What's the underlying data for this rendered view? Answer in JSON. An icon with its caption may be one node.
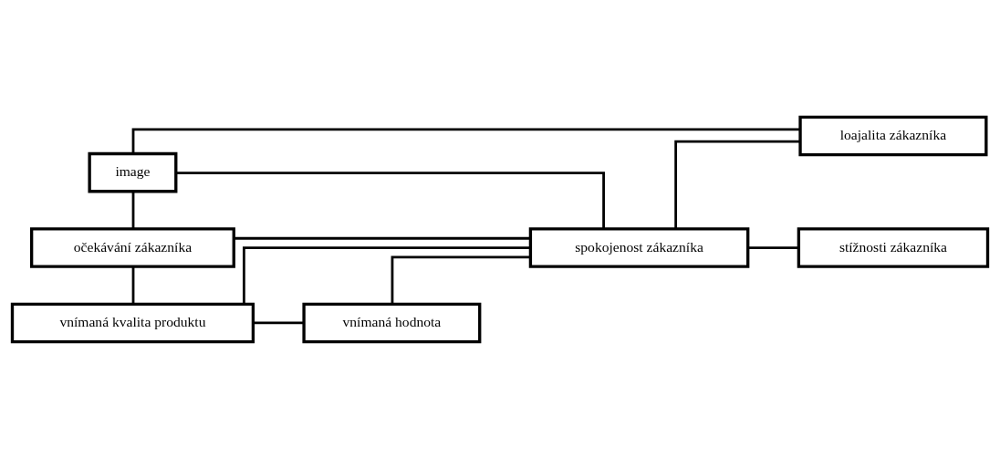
{
  "diagram": {
    "nodes": [
      {
        "text": [
          "image"
        ]
      },
      {
        "text": [
          "očekávání zákazníka"
        ]
      },
      {
        "text": [
          "vnímaná kvalita produktu"
        ]
      },
      {
        "text": [
          "vnímaná hodnota"
        ]
      },
      {
        "text": [
          "spokojenost zákazníka"
        ]
      },
      {
        "text": [
          "loajalita zákazníka"
        ]
      },
      {
        "text": [
          "stížnosti zákazníka"
        ]
      }
    ],
    "edges": [
      {
        "from": 0,
        "to": 1,
        "arrow": "none"
      },
      {
        "from": 0,
        "to": 4,
        "arrow": "none"
      },
      {
        "from": 0,
        "to": 5,
        "arrow": "none"
      },
      {
        "from": 1,
        "to": 2,
        "arrow": "none"
      },
      {
        "from": 1,
        "to": 4,
        "arrow": "none"
      },
      {
        "from": 2,
        "to": 3,
        "arrow": "none"
      },
      {
        "from": 3,
        "to": 4,
        "arrow": "none"
      },
      {
        "from": 2,
        "to": 4,
        "arrow": "none"
      },
      {
        "from": 4,
        "to": 5,
        "arrow": "none"
      },
      {
        "from": 4,
        "to": 6,
        "arrow": "none"
      }
    ]
  }
}
